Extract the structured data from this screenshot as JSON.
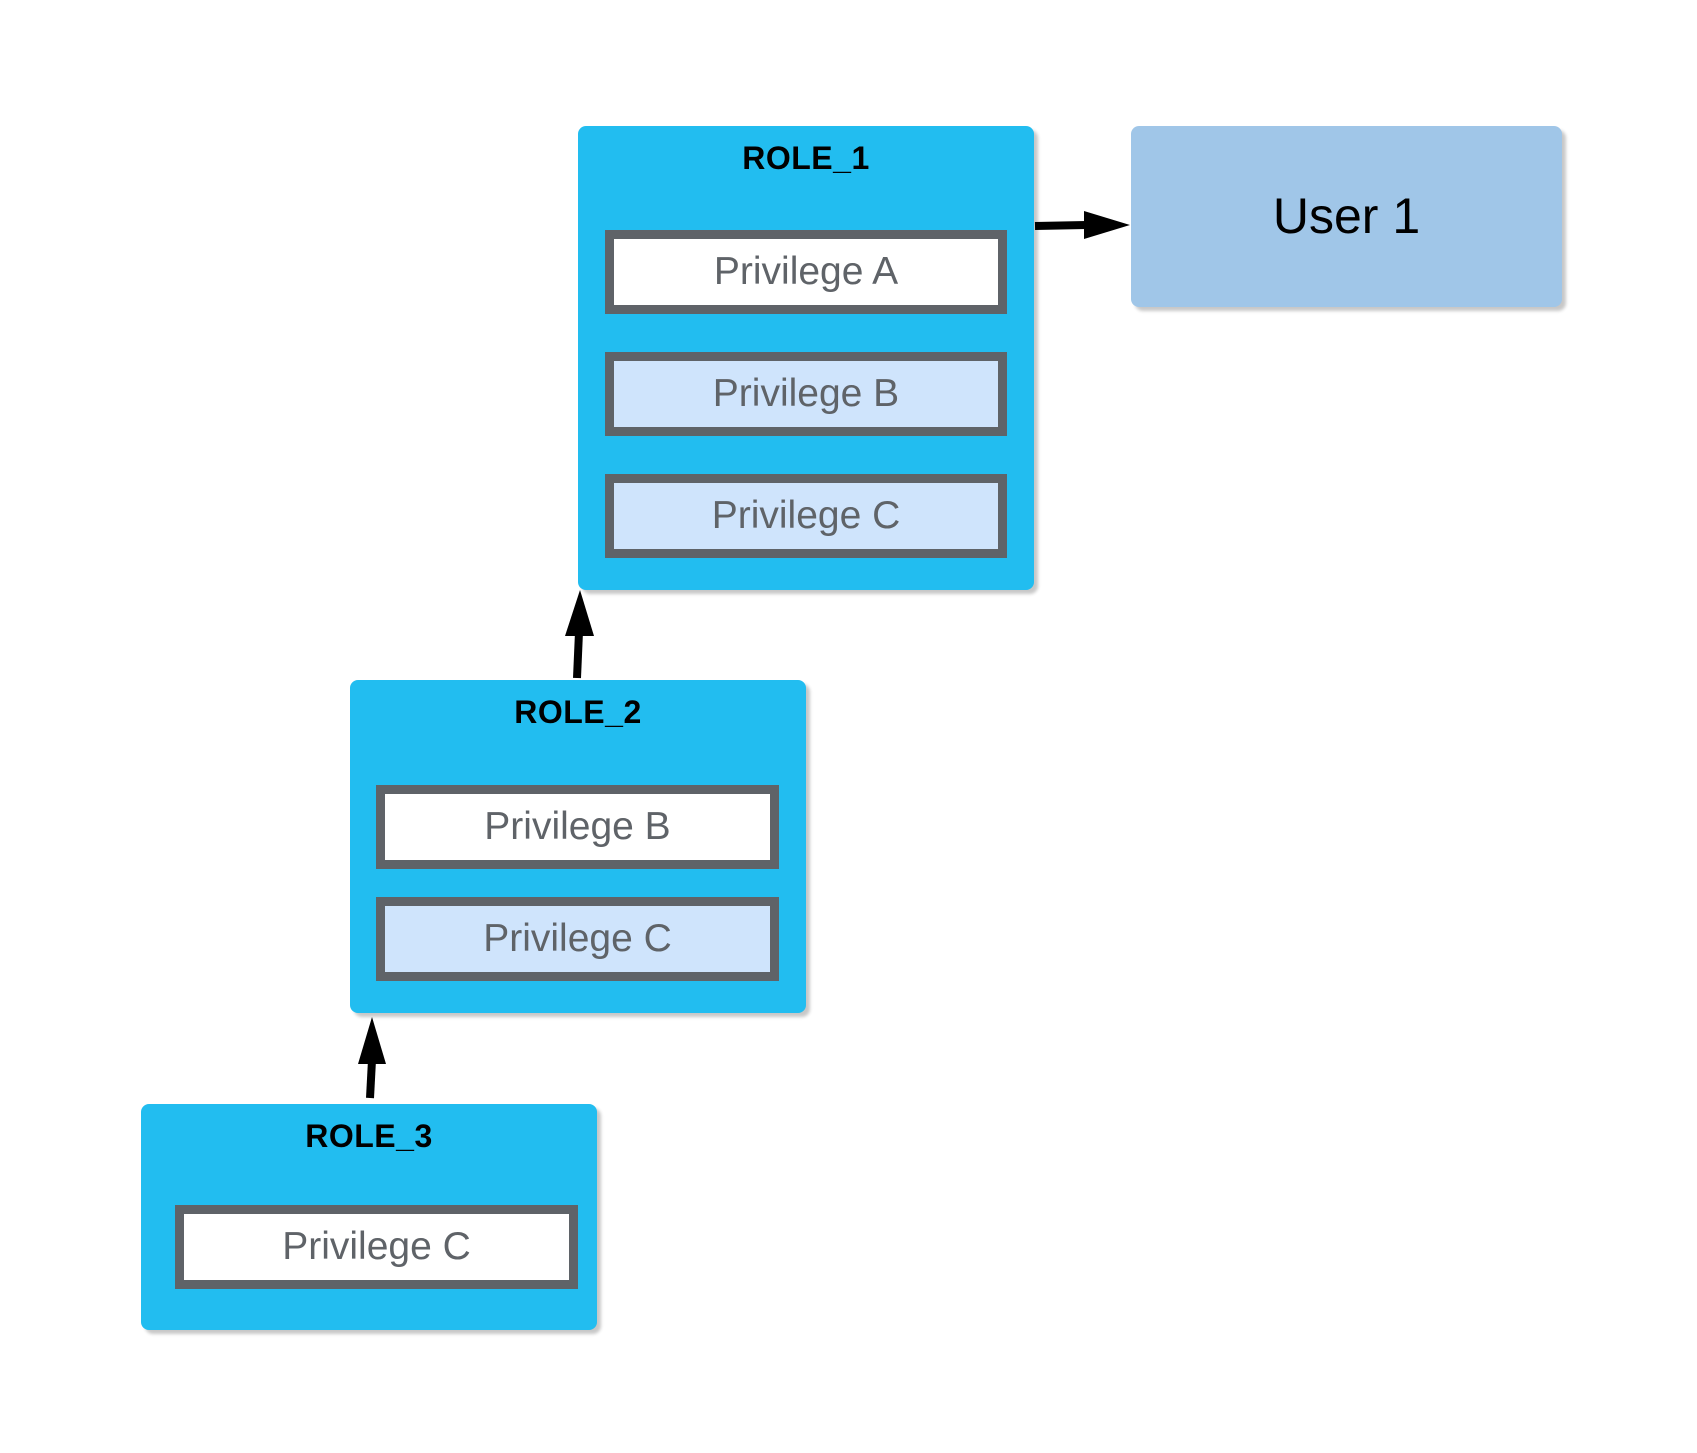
{
  "diagram": {
    "roles": [
      {
        "title": "ROLE_1",
        "privileges": [
          "Privilege A",
          "Privilege B",
          "Privilege C"
        ]
      },
      {
        "title": "ROLE_2",
        "privileges": [
          "Privilege B",
          "Privilege C"
        ]
      },
      {
        "title": "ROLE_3",
        "privileges": [
          "Privilege C"
        ]
      }
    ],
    "user": {
      "label": "User 1"
    },
    "edges": [
      {
        "from": "ROLE_3",
        "to": "ROLE_2"
      },
      {
        "from": "ROLE_2",
        "to": "ROLE_1"
      },
      {
        "from": "ROLE_1",
        "to": "User 1"
      }
    ],
    "colors": {
      "role_fill": "#22bdf0",
      "user_fill": "#a0c6e8",
      "privilege_border": "#5f6368",
      "privilege_text": "#5f6368",
      "privilege_white": "#ffffff",
      "privilege_light": "#cfe4fc",
      "arrow": "#000000"
    }
  }
}
